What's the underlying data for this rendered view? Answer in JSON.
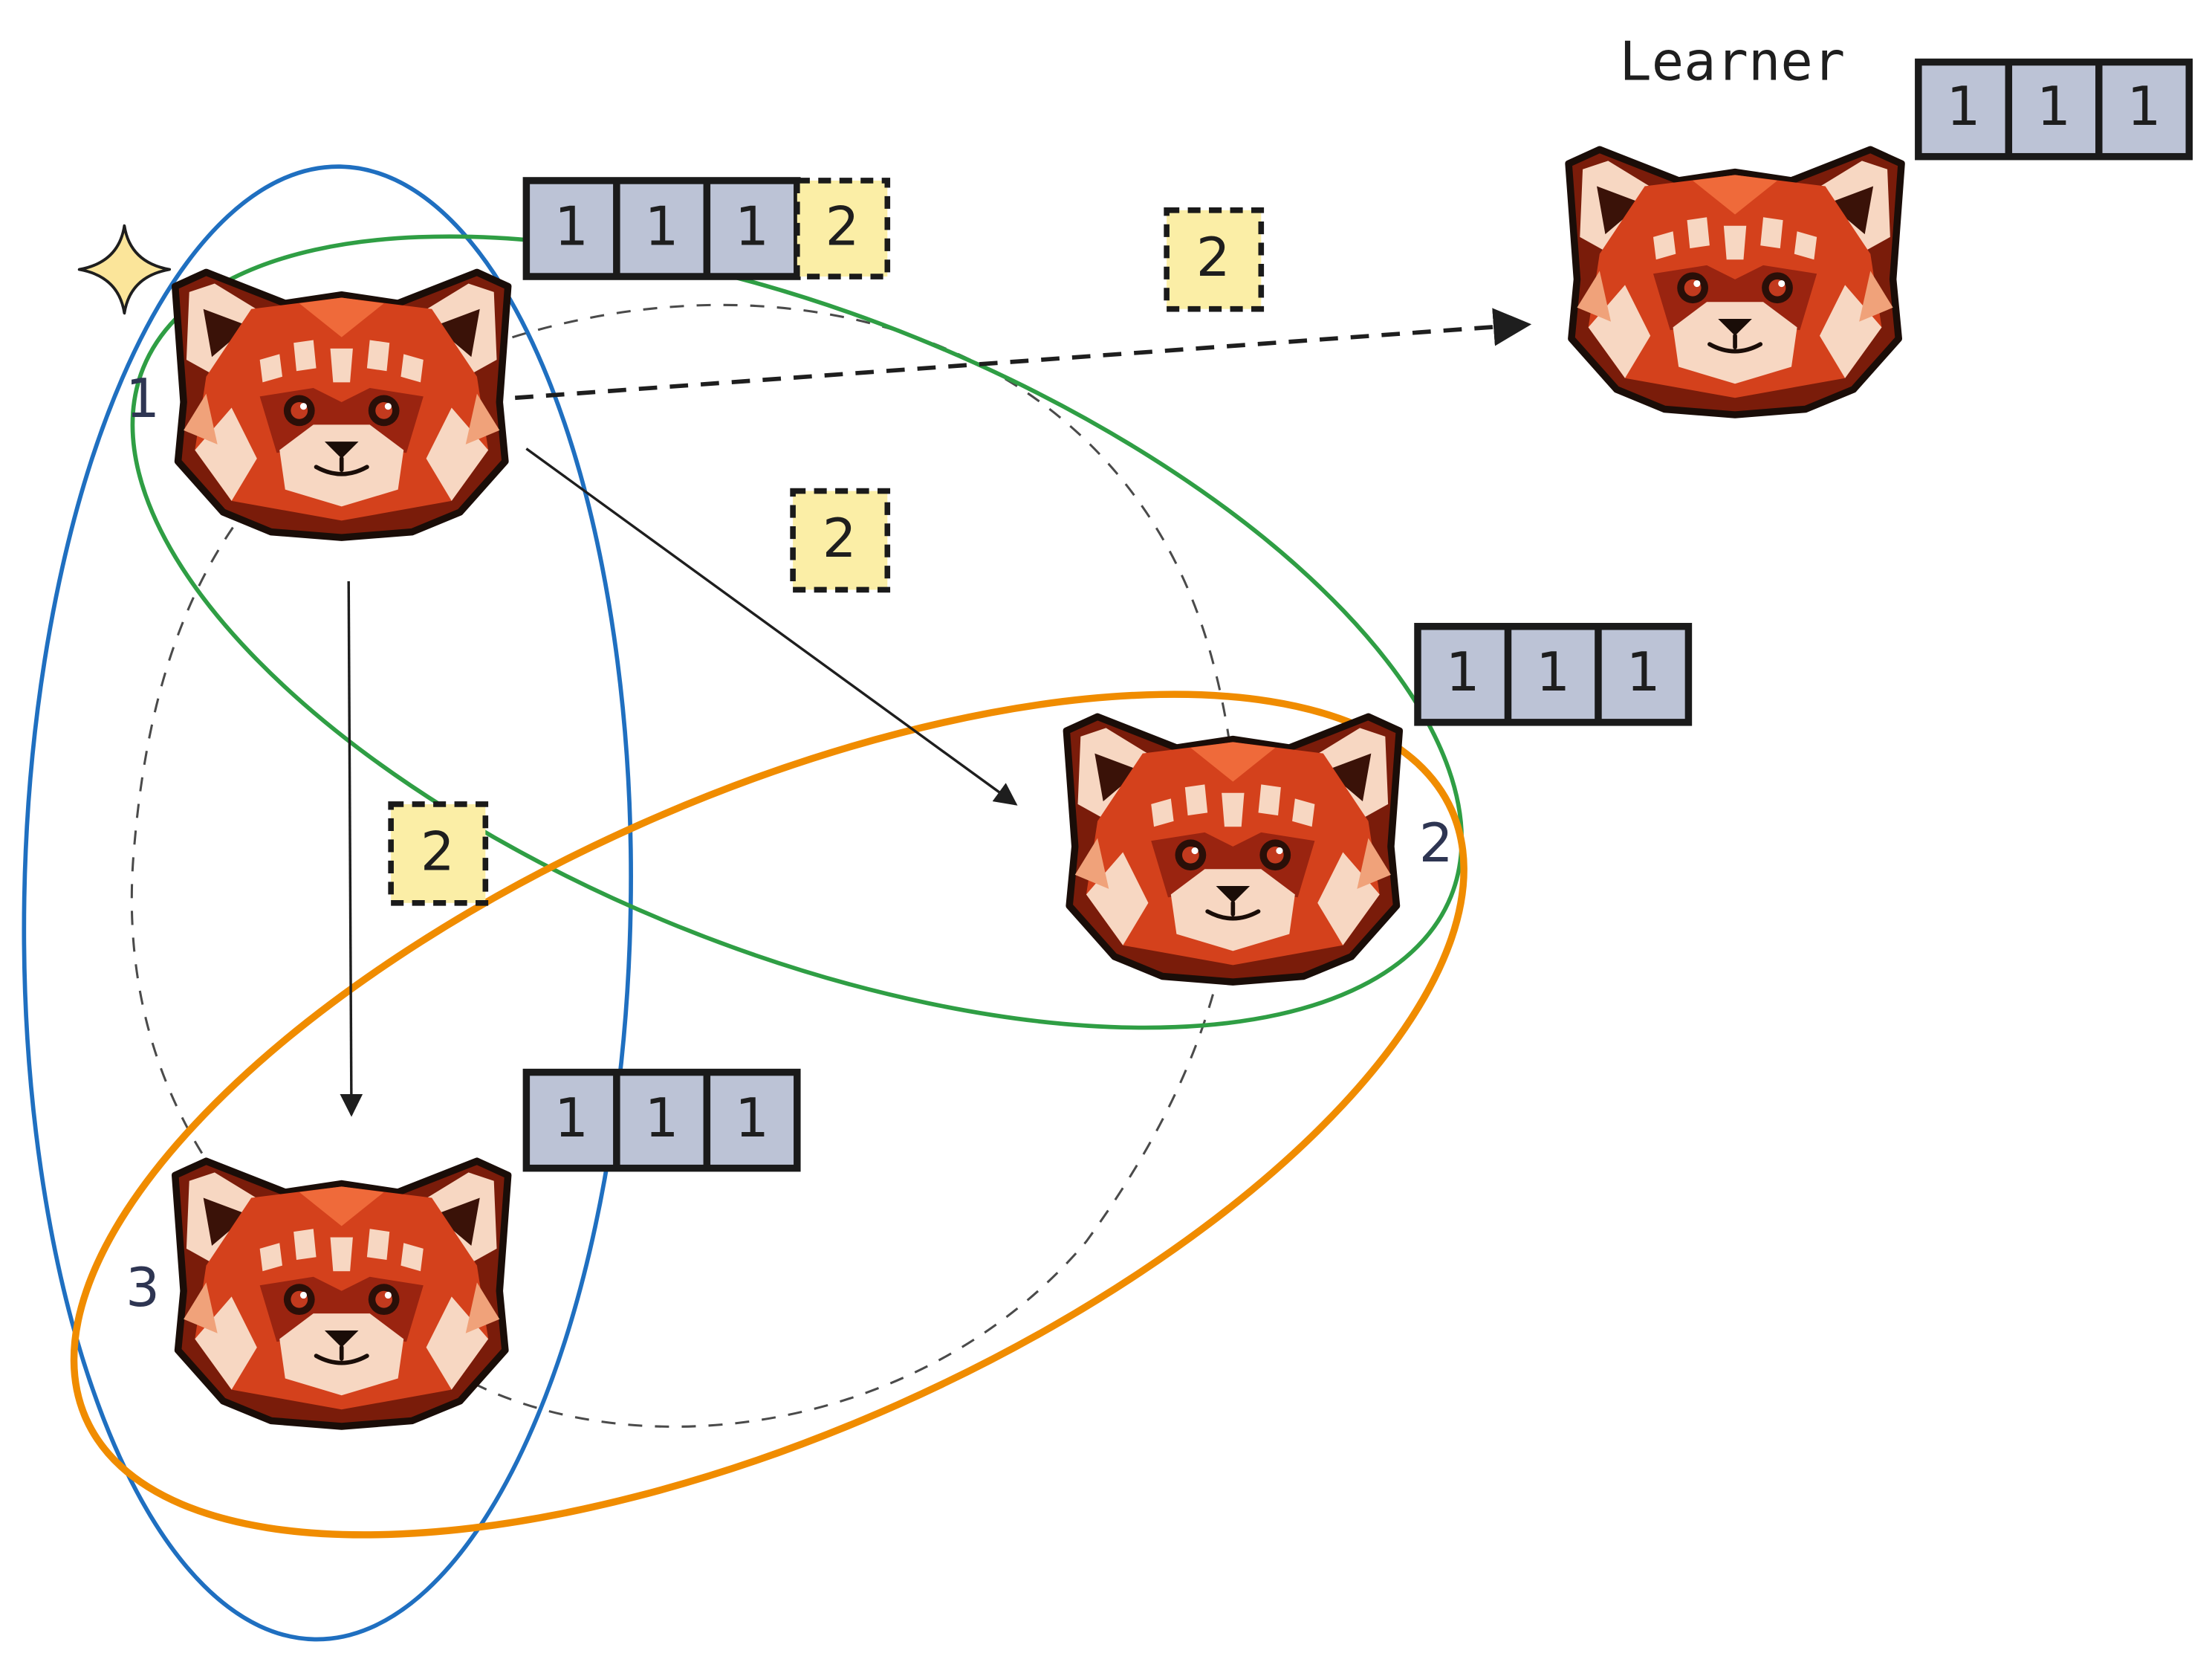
{
  "learner_label": "Learner",
  "node_labels": [
    "1",
    "2",
    "3"
  ],
  "log_cells": {
    "learner": [
      "1",
      "1",
      "1"
    ],
    "node1": [
      "1",
      "1",
      "1"
    ],
    "node1_pending": "2",
    "node2": [
      "1",
      "1",
      "1"
    ],
    "node3": [
      "1",
      "1",
      "1"
    ]
  },
  "messages": [
    "2",
    "2",
    "2"
  ],
  "colors": {
    "cell_fill": "#bcc3d6",
    "pending_fill": "#fbeea6",
    "blue_ring": "#1f6fc0",
    "green_ring": "#2f9e44",
    "orange_ring": "#f08c00",
    "panda_red": "#d4411c",
    "panda_dark": "#7a1c0a",
    "panda_light": "#f7d7c2",
    "star": "#fbe59a"
  },
  "icons": [
    "red-panda-icon",
    "leader-star-icon"
  ]
}
